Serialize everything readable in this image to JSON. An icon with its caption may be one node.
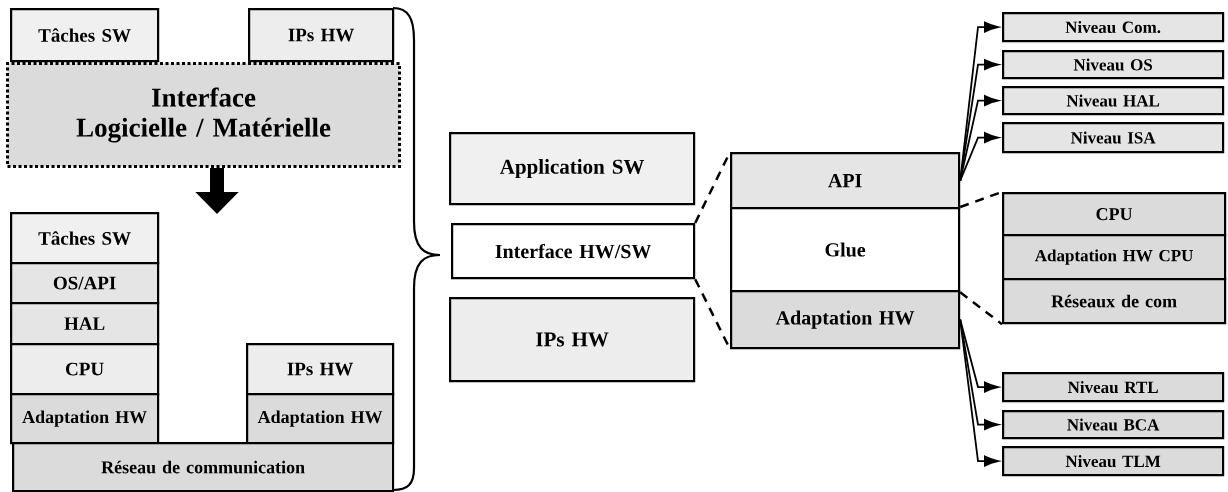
{
  "diagram": {
    "nodes": [
      {
        "text": [
          "Tâches SW"
        ]
      },
      {
        "text": [
          "IPs HW"
        ]
      },
      {
        "text": [
          "Interface",
          "Logicielle / Matérielle"
        ]
      },
      {
        "text": [
          "Tâches SW"
        ]
      },
      {
        "text": [
          "OS/API"
        ]
      },
      {
        "text": [
          "HAL"
        ]
      },
      {
        "text": [
          "CPU"
        ]
      },
      {
        "text": [
          "Adaptation HW"
        ]
      },
      {
        "text": [
          "IPs HW"
        ]
      },
      {
        "text": [
          "Adaptation HW"
        ]
      },
      {
        "text": [
          "Réseau de communication"
        ]
      },
      {
        "text": [
          "Application SW"
        ]
      },
      {
        "text": [
          "Interface HW/SW"
        ]
      },
      {
        "text": [
          "IPs HW"
        ]
      },
      {
        "text": [
          "API"
        ]
      },
      {
        "text": [
          "Glue"
        ]
      },
      {
        "text": [
          "Adaptation HW"
        ]
      },
      {
        "text": [
          "Niveau Com."
        ]
      },
      {
        "text": [
          "Niveau OS"
        ]
      },
      {
        "text": [
          "Niveau HAL"
        ]
      },
      {
        "text": [
          "Niveau ISA"
        ]
      },
      {
        "text": [
          "CPU"
        ]
      },
      {
        "text": [
          "Adaptation HW CPU"
        ]
      },
      {
        "text": [
          "Réseaux de com"
        ]
      },
      {
        "text": [
          "Niveau RTL"
        ]
      },
      {
        "text": [
          "Niveau BCA"
        ]
      },
      {
        "text": [
          "Niveau TLM"
        ]
      }
    ],
    "edges": [
      {
        "from": 2,
        "to": null,
        "arrow": "to",
        "style": "thick"
      },
      {
        "from": 12,
        "to": 14,
        "arrow": "none",
        "style": "dashed"
      },
      {
        "from": 12,
        "to": 16,
        "arrow": "none",
        "style": "dashed"
      },
      {
        "from": 14,
        "to": 17,
        "arrow": "to"
      },
      {
        "from": 14,
        "to": 18,
        "arrow": "to"
      },
      {
        "from": 14,
        "to": 19,
        "arrow": "to"
      },
      {
        "from": 14,
        "to": 20,
        "arrow": "to"
      },
      {
        "from": 15,
        "to": 21,
        "arrow": "none",
        "style": "dashed"
      },
      {
        "from": 15,
        "to": 23,
        "arrow": "none",
        "style": "dashed"
      },
      {
        "from": 16,
        "to": 24,
        "arrow": "to"
      },
      {
        "from": 16,
        "to": 25,
        "arrow": "to"
      },
      {
        "from": 16,
        "to": 26,
        "arrow": "to"
      }
    ]
  }
}
